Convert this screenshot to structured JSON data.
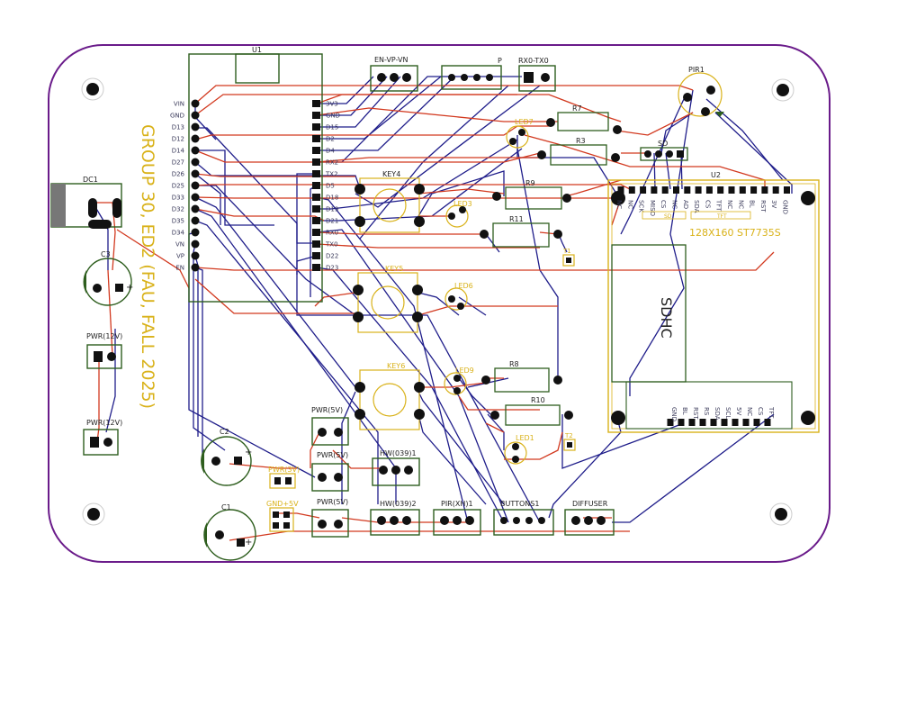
{
  "board": {
    "team_label": "GROUP 30, ED2 (FAU, FALL 2025)",
    "outline_color": "#6a1b8a",
    "copper_top_color": "#d2391f",
    "copper_bottom_color": "#1f1d8a",
    "silkscreen_color": "#d9b21a",
    "package_color": "#2e5e1e"
  },
  "esp32": {
    "ref": "U1",
    "left_pins": [
      "VIN",
      "GND",
      "D13",
      "D12",
      "D14",
      "D27",
      "D26",
      "D25",
      "D33",
      "D32",
      "D35",
      "D34",
      "VN",
      "VP",
      "EN"
    ],
    "right_pins": [
      "3V3",
      "GND",
      "D15",
      "D2",
      "D4",
      "RX2",
      "TX2",
      "D5",
      "D18",
      "D19",
      "D21",
      "RX0",
      "TX0",
      "D22",
      "D23"
    ]
  },
  "connectors": {
    "en_vp_vn": "EN-VP-VN",
    "p": "P",
    "rx0_tx0": "RX0-TX0",
    "pir1": "PIR1",
    "sd": "SD",
    "pwr_12v_a": "PWR(12V)",
    "pwr_12v_b": "PWR(12V)",
    "pwr_5v_a": "PWR(5V)",
    "pwr_5v_b": "PWR(5V)",
    "pwr_5v_c": "PWR(5V)",
    "pwr_3v": "PWR(3V)",
    "gnd_5v": "GND+5V",
    "hw_039_1": "HW(039)1",
    "hw_039_2": "HW(039)2",
    "pir_xh1": "PIR(XH)1",
    "buttons1": "BUTTONS1",
    "diffuser": "DIFFUSER"
  },
  "parts": {
    "dc1": "DC1",
    "c1": "C1",
    "c2": "C2",
    "c3": "C3",
    "key4": "KEY4",
    "key5": "KEY5",
    "key6": "KEY6",
    "led1": "LED1",
    "led3": "LED3",
    "led6": "LED6",
    "led7": "LED7",
    "led9": "LED9",
    "r3": "R3",
    "r7": "R7",
    "r8": "R8",
    "r9": "R9",
    "r10": "R10",
    "r11": "R11",
    "t1": "T1",
    "t2": "T2",
    "u2": "U2"
  },
  "display": {
    "title": "128X160 ST7735S",
    "card_slot": "SDHC",
    "header_pins": [
      "NC",
      "NC",
      "SCK",
      "MISO",
      "CS",
      "NC",
      "AD",
      "SDA",
      "CS",
      "TFT",
      "NC",
      "NC",
      "BL",
      "RST",
      "3V",
      "GND"
    ],
    "sub_labels": [
      "SD",
      "TFT"
    ],
    "bottom_pins": [
      "GND",
      "BL",
      "RST",
      "RS",
      "SDA",
      "SCL",
      "5V",
      "NC",
      "CS",
      "TFT"
    ]
  }
}
